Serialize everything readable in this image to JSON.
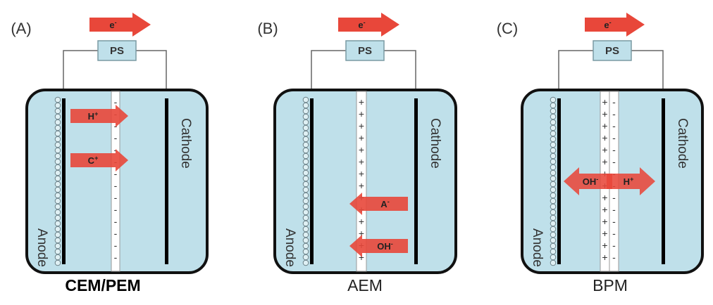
{
  "colors": {
    "cell_fill": "#bfe0ea",
    "ps_fill": "#bfe0ea",
    "arrow": "#e8473a",
    "arrow_light": "#f08a80"
  },
  "panels": [
    {
      "label": "(A)",
      "electron": "e-",
      "ps": "PS",
      "anode": "Anode",
      "cathode": "Cathode",
      "caption": "CEM/PEM",
      "caption_bold": true,
      "membrane": "cation",
      "ions": [
        {
          "text": "H+",
          "direction": "right"
        },
        {
          "text": "C+",
          "direction": "right"
        }
      ]
    },
    {
      "label": "(B)",
      "electron": "e-",
      "ps": "PS",
      "anode": "Anode",
      "cathode": "Cathode",
      "caption": "AEM",
      "caption_bold": false,
      "membrane": "anion",
      "ions": [
        {
          "text": "A-",
          "direction": "left"
        },
        {
          "text": "OH-",
          "direction": "left"
        }
      ]
    },
    {
      "label": "(C)",
      "electron": "e-",
      "ps": "PS",
      "anode": "Anode",
      "cathode": "Cathode",
      "caption": "BPM",
      "caption_bold": false,
      "membrane": "bipolar",
      "ions": [
        {
          "text": "OH-",
          "direction": "left"
        },
        {
          "text": "H+",
          "direction": "right"
        }
      ]
    }
  ]
}
